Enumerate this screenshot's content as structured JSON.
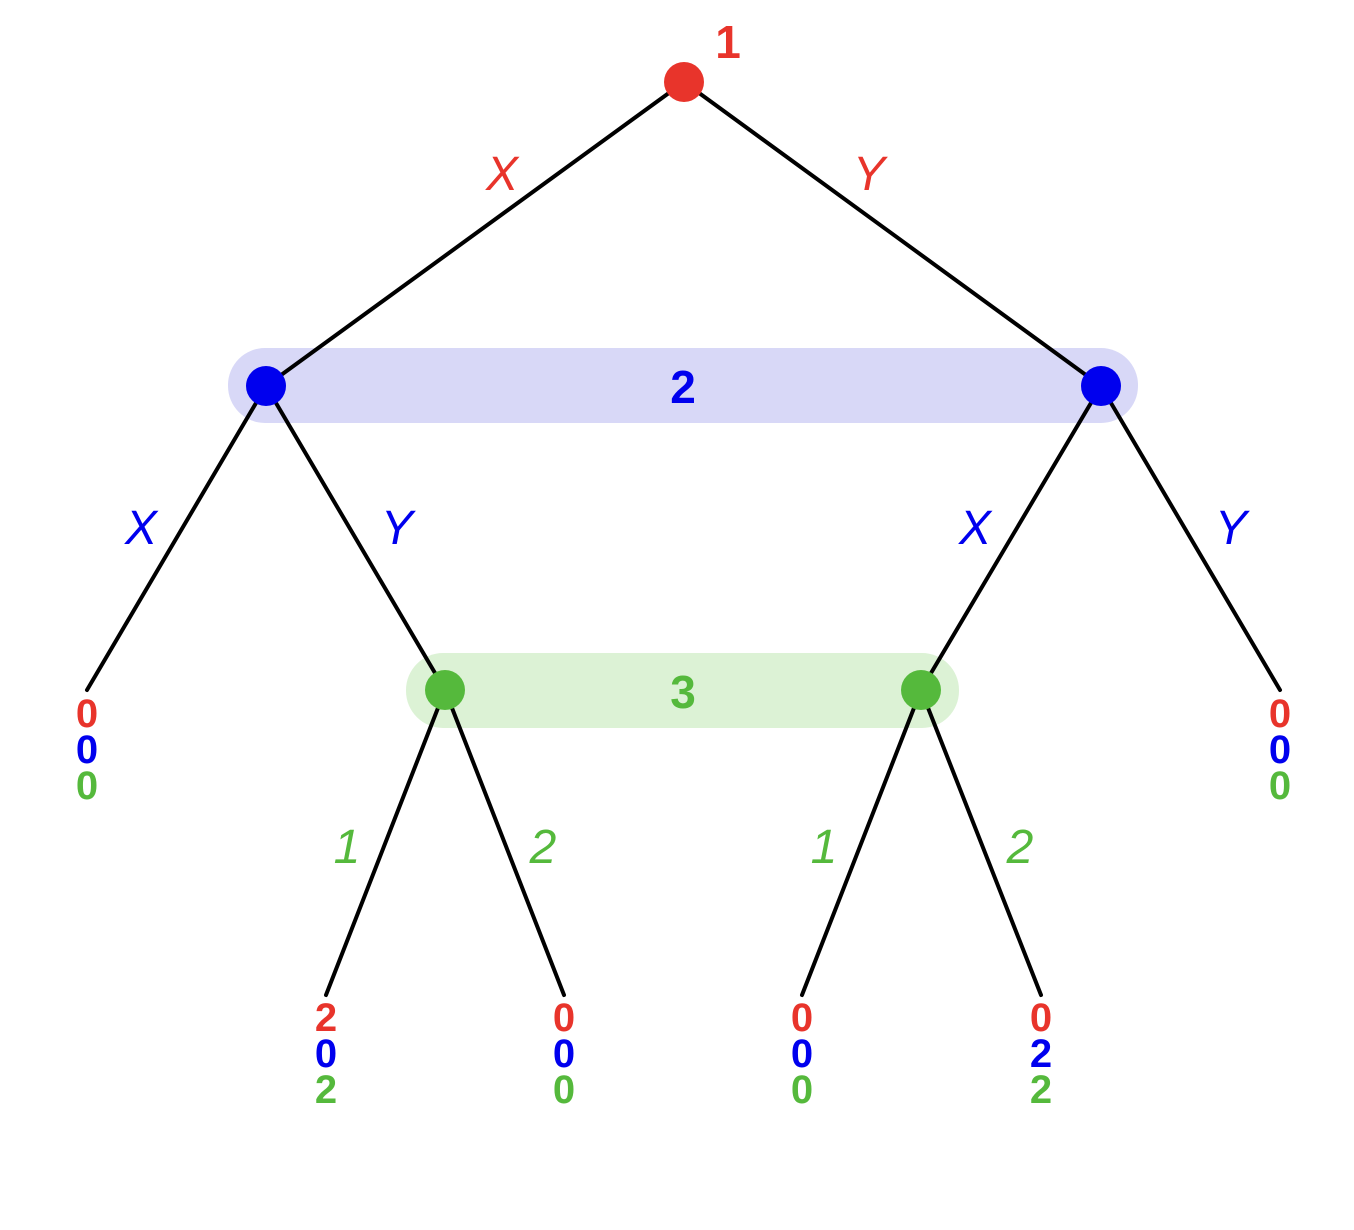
{
  "colors": {
    "player1": "#e8342b",
    "player2": "#0000ee",
    "player3": "#55b93c",
    "info_set_2_fill": "#d8d8f7",
    "info_set_3_fill": "#dcf2d5",
    "edge": "#000000"
  },
  "players": {
    "p1": {
      "label": "1"
    },
    "p2": {
      "label": "2"
    },
    "p3": {
      "label": "3"
    }
  },
  "moves": {
    "root_left": "X",
    "root_right": "Y",
    "p2_left_x": "X",
    "p2_left_y": "Y",
    "p2_right_x": "X",
    "p2_right_y": "Y",
    "p3_left_1": "1",
    "p3_left_2": "2",
    "p3_right_1": "1",
    "p3_right_2": "2"
  },
  "payoffs": {
    "XX": [
      "0",
      "0",
      "0"
    ],
    "YY": [
      "0",
      "0",
      "0"
    ],
    "XY1": [
      "2",
      "0",
      "2"
    ],
    "XY2": [
      "0",
      "0",
      "0"
    ],
    "YX1": [
      "0",
      "0",
      "0"
    ],
    "YX2": [
      "0",
      "2",
      "2"
    ]
  }
}
